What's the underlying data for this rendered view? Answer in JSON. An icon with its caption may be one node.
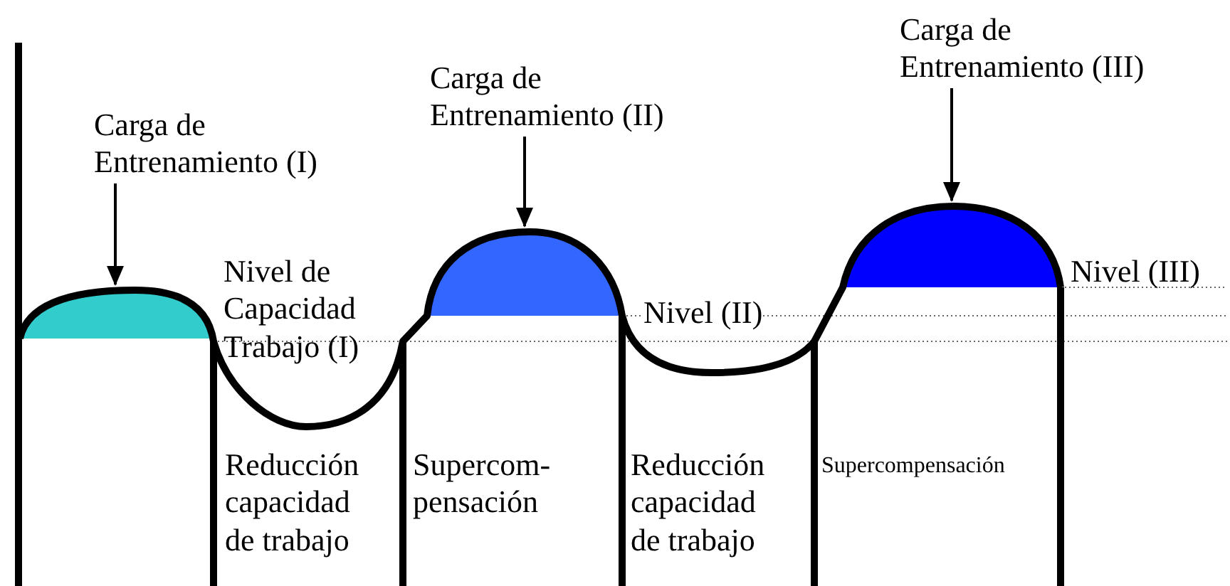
{
  "diagram": {
    "nodes": [
      {
        "text": [
          "Carga de Entrenamiento (I)"
        ]
      },
      {
        "text": [
          "Carga de Entrenamiento (II)"
        ]
      },
      {
        "text": [
          "Carga de Entrenamiento (III)"
        ]
      },
      {
        "text": [],
        "shape": "dome"
      },
      {
        "text": [],
        "shape": "dome"
      },
      {
        "text": [],
        "shape": "dome"
      }
    ],
    "edges": [
      {
        "from": 0,
        "to": 3,
        "arrow": "to"
      },
      {
        "from": 1,
        "to": 4,
        "arrow": "to"
      },
      {
        "from": 2,
        "to": 5,
        "arrow": "to"
      }
    ],
    "labels": [
      "Nivel de Capacidad Trabajo (I)",
      "Nivel (II)",
      "Nivel (III)",
      "Reducción capacidad de trabajo",
      "Supercom- pensación",
      "Reducción capacidad de trabajo",
      "Supercompensación"
    ]
  }
}
